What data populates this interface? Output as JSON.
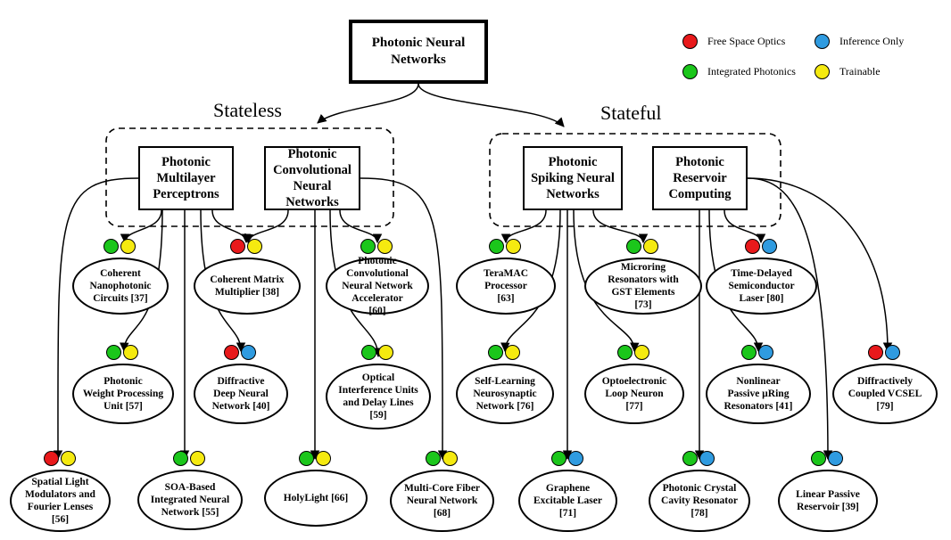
{
  "colors": {
    "free_space_optics": "#e8191b",
    "integrated_photonics": "#1bc61b",
    "inference_only": "#2f9be0",
    "trainable": "#f5ea10"
  },
  "legend": [
    {
      "label": "Free Space Optics",
      "color": "#e8191b"
    },
    {
      "label": "Inference Only",
      "color": "#2f9be0"
    },
    {
      "label": "Integrated Photonics",
      "color": "#1bc61b"
    },
    {
      "label": "Trainable",
      "color": "#f5ea10"
    }
  ],
  "root": {
    "label": "Photonic Neural\nNetworks"
  },
  "groups": {
    "stateless": "Stateless",
    "stateful": "Stateful"
  },
  "categories": {
    "mlp": "Photonic\nMultilayer\nPerceptrons",
    "cnn": "Photonic\nConvolutional\nNeural\nNetworks",
    "snn": "Photonic\nSpiking Neural\nNetworks",
    "rc": "Photonic\nReservoir\nComputing"
  },
  "leaves": [
    {
      "label": "Coherent\nNanophotonic\nCircuits [37]",
      "dots": [
        "#1bc61b",
        "#f5ea10"
      ]
    },
    {
      "label": "Coherent Matrix\nMultiplier [38]",
      "dots": [
        "#e8191b",
        "#f5ea10"
      ]
    },
    {
      "label": "Photonic\nConvolutional\nNeural Network\nAccelerator\n[60]",
      "dots": [
        "#1bc61b",
        "#f5ea10"
      ]
    },
    {
      "label": "TeraMAC\nProcessor\n[63]",
      "dots": [
        "#1bc61b",
        "#f5ea10"
      ]
    },
    {
      "label": "Microring\nResonators with\nGST Elements\n[73]",
      "dots": [
        "#1bc61b",
        "#f5ea10"
      ]
    },
    {
      "label": "Time-Delayed\nSemiconductor\nLaser [80]",
      "dots": [
        "#e8191b",
        "#2f9be0"
      ]
    },
    {
      "label": "Photonic\nWeight Processing\nUnit [57]",
      "dots": [
        "#1bc61b",
        "#f5ea10"
      ]
    },
    {
      "label": "Diffractive\nDeep Neural\nNetwork [40]",
      "dots": [
        "#e8191b",
        "#2f9be0"
      ]
    },
    {
      "label": "Optical\nInterference Units\nand Delay Lines\n[59]",
      "dots": [
        "#1bc61b",
        "#f5ea10"
      ]
    },
    {
      "label": "Self-Learning\nNeurosynaptic\nNetwork [76]",
      "dots": [
        "#1bc61b",
        "#f5ea10"
      ]
    },
    {
      "label": "Optoelectronic\nLoop Neuron\n[77]",
      "dots": [
        "#1bc61b",
        "#f5ea10"
      ]
    },
    {
      "label": "Nonlinear\nPassive µRing\nResonators [41]",
      "dots": [
        "#1bc61b",
        "#2f9be0"
      ]
    },
    {
      "label": "Diffractively\nCoupled VCSEL\n[79]",
      "dots": [
        "#e8191b",
        "#2f9be0"
      ]
    },
    {
      "label": "Spatial Light\nModulators and\nFourier Lenses\n[56]",
      "dots": [
        "#e8191b",
        "#f5ea10"
      ]
    },
    {
      "label": "SOA-Based\nIntegrated Neural\nNetwork [55]",
      "dots": [
        "#1bc61b",
        "#f5ea10"
      ]
    },
    {
      "label": "HolyLight [66]",
      "dots": [
        "#1bc61b",
        "#f5ea10"
      ]
    },
    {
      "label": "Multi-Core Fiber\nNeural Network\n[68]",
      "dots": [
        "#1bc61b",
        "#f5ea10"
      ]
    },
    {
      "label": "Graphene\nExcitable Laser\n[71]",
      "dots": [
        "#1bc61b",
        "#2f9be0"
      ]
    },
    {
      "label": "Photonic Crystal\nCavity Resonator\n[78]",
      "dots": [
        "#1bc61b",
        "#2f9be0"
      ]
    },
    {
      "label": "Linear Passive\nReservoir [39]",
      "dots": [
        "#1bc61b",
        "#2f9be0"
      ]
    }
  ]
}
